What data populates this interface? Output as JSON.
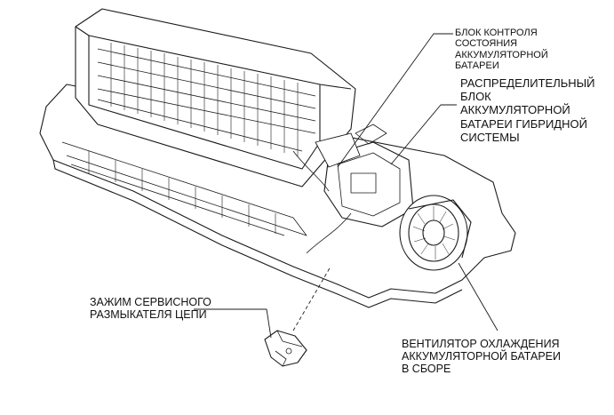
{
  "labels": {
    "monitor": [
      "БЛОК КОНТРОЛЯ",
      "СОСТОЯНИЯ",
      "АККУМУЛЯТОРНОЙ",
      "БАТАРЕИ"
    ],
    "junction": [
      "РАСПРЕДЕЛИТЕЛЬНЫЙ",
      "БЛОК",
      "АККУМУЛЯТОРНОЙ",
      "БАТАРЕИ ГИБРИДНОЙ",
      "СИСТЕМЫ"
    ],
    "plug": [
      "ЗАЖИМ СЕРВИСНОГО",
      "РАЗМЫКАТЕЛЯ ЦЕПИ"
    ],
    "fan": [
      "ВЕНТИЛЯТОР ОХЛАЖДЕНИЯ",
      "АККУМУЛЯТОРНОЙ БАТАРЕИ",
      "В СБОРЕ"
    ]
  },
  "colors": {
    "line": "#1a1a1a",
    "fill": "#ffffff",
    "shade": "#d9d9d9"
  }
}
